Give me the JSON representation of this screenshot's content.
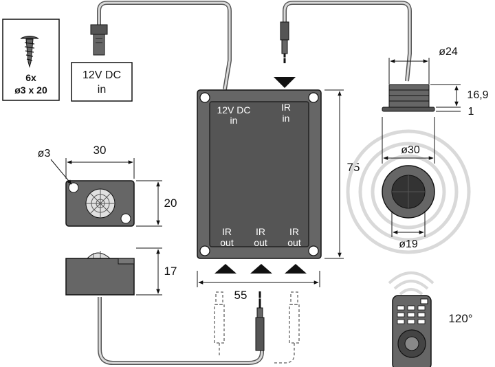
{
  "screw_box": {
    "count": "6x",
    "size": "ø3 x 20"
  },
  "power_label": {
    "line1": "12V DC",
    "line2": "in"
  },
  "main_box": {
    "power_in": {
      "line1": "12V DC",
      "line2": "in"
    },
    "ir_in": {
      "line1": "IR",
      "line2": "in"
    },
    "ir_out": [
      {
        "line1": "IR",
        "line2": "out"
      },
      {
        "line1": "IR",
        "line2": "out"
      },
      {
        "line1": "IR",
        "line2": "out"
      }
    ]
  },
  "dimensions": {
    "box_width": "55",
    "box_height": "75",
    "sensor_dia_top": "ø24",
    "sensor_height": "16,9",
    "sensor_flange": "1",
    "sensor_dia_face": "ø30",
    "sensor_dia_inner": "ø19",
    "module_hole": "ø3",
    "module_width": "30",
    "module_height": "20",
    "eye_height": "17"
  },
  "remote": {
    "angle": "120°"
  }
}
